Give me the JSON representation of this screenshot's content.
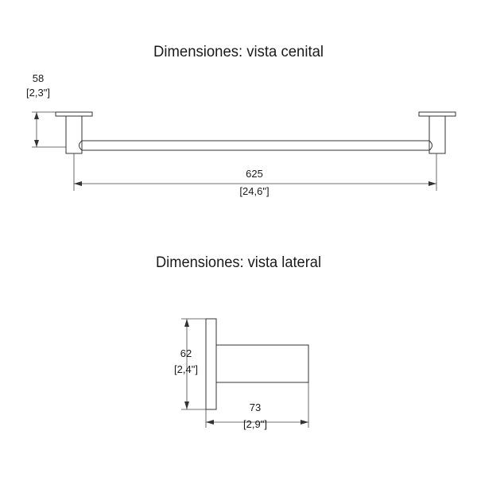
{
  "top_view": {
    "title": "Dimensiones: vista cenital",
    "depth_mm": "58",
    "depth_in": "[2,3\"]",
    "width_mm": "625",
    "width_in": "[24,6\"]"
  },
  "side_view": {
    "title": "Dimensiones: vista lateral",
    "height_mm": "62",
    "height_in": "[2,4\"]",
    "projection_mm": "73",
    "projection_in": "[2,9\"]"
  }
}
